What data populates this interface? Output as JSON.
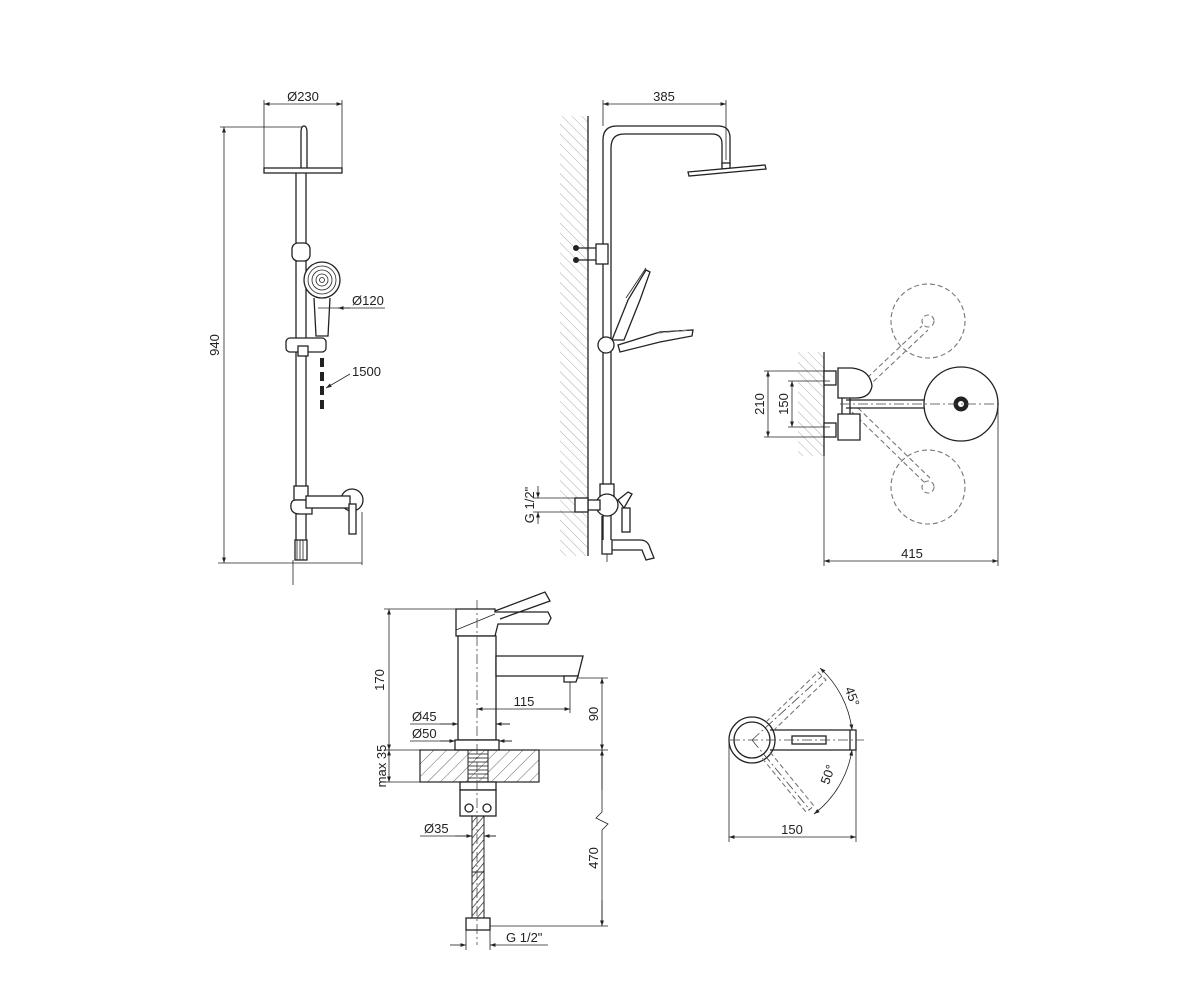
{
  "dimensions": {
    "front": {
      "head_diameter": "Ø230",
      "height": "940",
      "hand_shower_diameter": "Ø120",
      "hose_length": "1500"
    },
    "side": {
      "arm_reach": "385",
      "inlet_thread": "G 1/2\""
    },
    "top": {
      "height_outer": "210",
      "height_inner": "150",
      "width": "415"
    },
    "basin_mixer": {
      "height": "170",
      "spout_reach": "115",
      "spout_height": "90",
      "body_diameter": "Ø45",
      "base_diameter": "Ø50",
      "deck_thickness": "max 35",
      "shank_diameter": "Ø35",
      "hose_length": "470",
      "hose_thread": "G 1/2\""
    },
    "basin_top": {
      "angle_hot": "45°",
      "angle_cold": "50°",
      "depth": "150"
    }
  },
  "colors": {
    "line": "#222222",
    "hatch": "#555555",
    "hidden": "#777777"
  }
}
